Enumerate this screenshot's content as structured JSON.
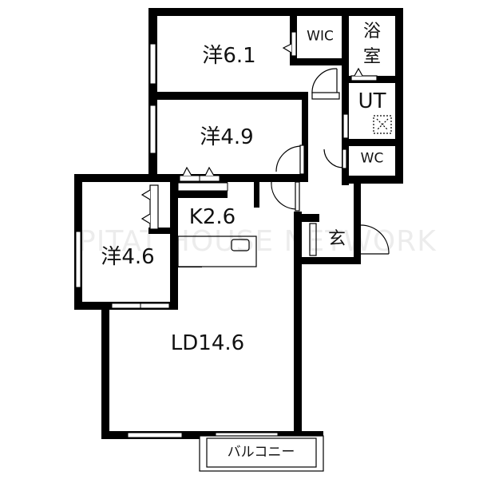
{
  "rooms": {
    "western_1": "洋6.1",
    "wic": "WIC",
    "bath_line1": "浴",
    "bath_line2": "室",
    "utility": "UT",
    "western_2": "洋4.9",
    "wc": "WC",
    "kitchen": "K2.6",
    "western_3": "洋4.6",
    "entrance": "玄",
    "living_dining": "LD14.6",
    "balcony": "バルコニー"
  },
  "watermark": "PITAT HOUSE NETWORK",
  "colors": {
    "wall": "#000000",
    "background": "#ffffff"
  }
}
